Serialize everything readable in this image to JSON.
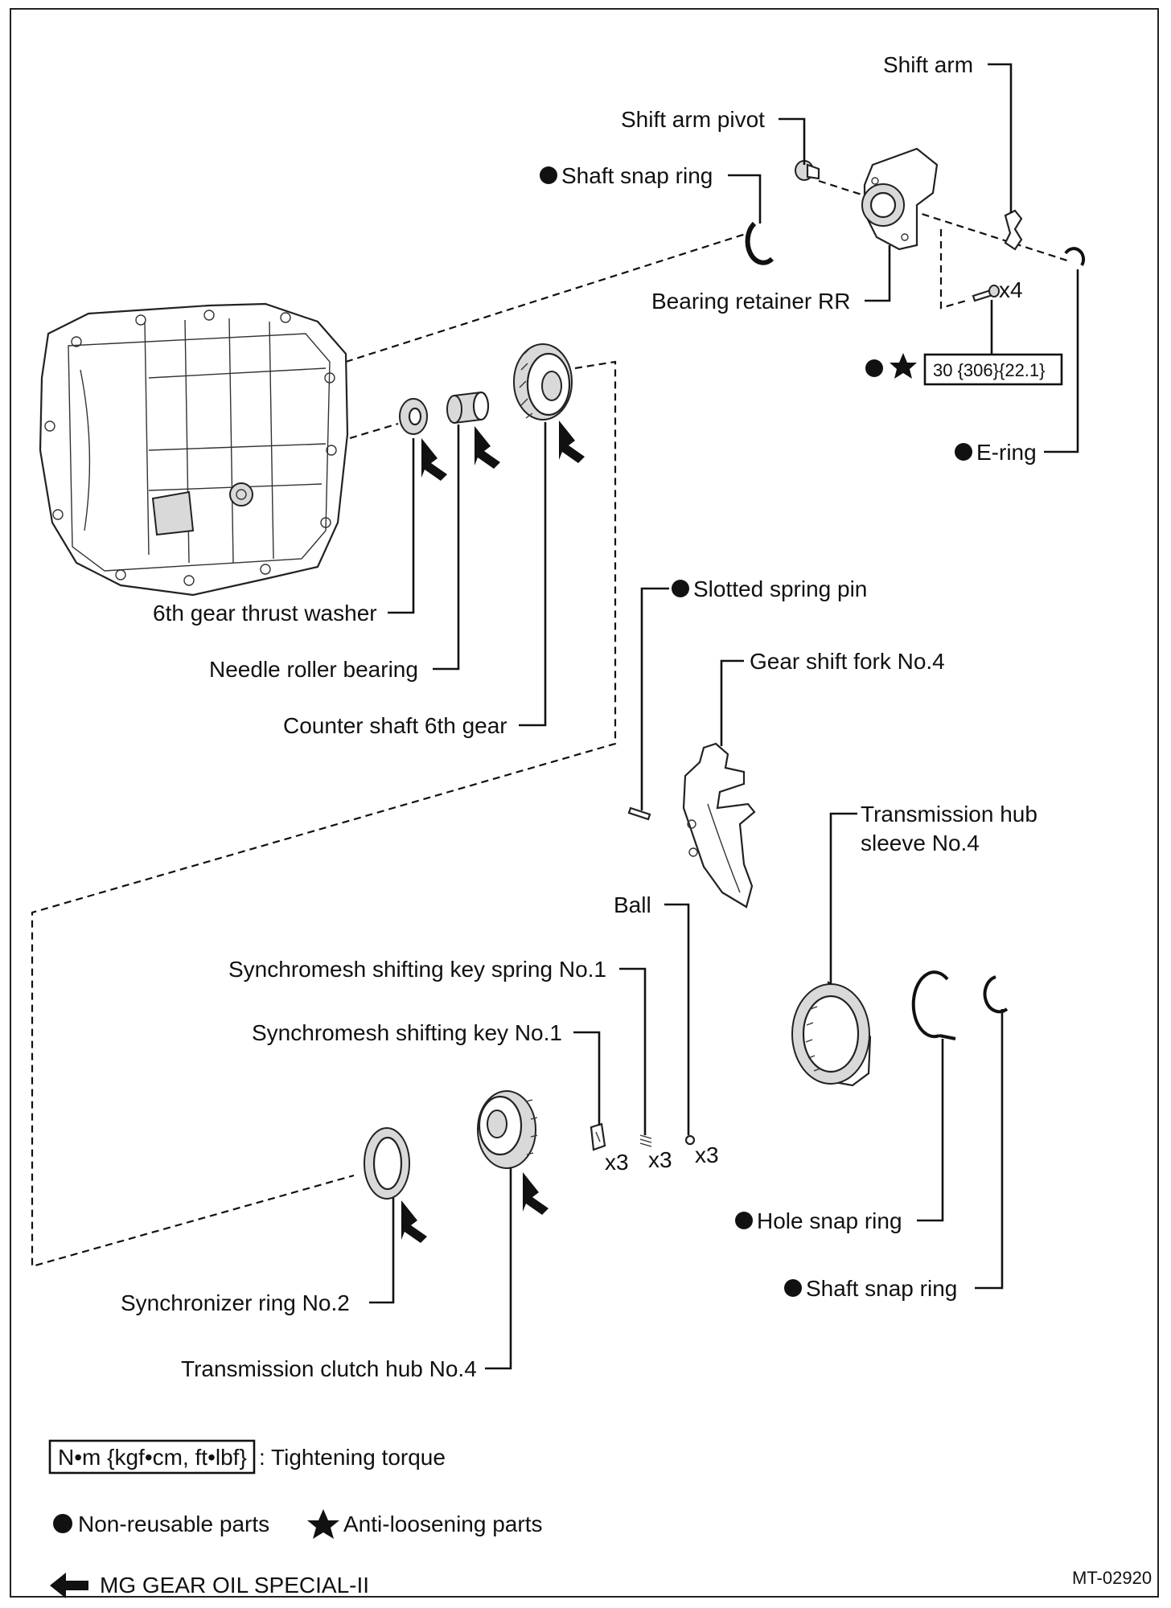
{
  "labels": {
    "shift_arm": "Shift arm",
    "shift_arm_pivot": "Shift arm pivot",
    "shaft_snap_ring_top": "Shaft snap ring",
    "bearing_retainer_rr": "Bearing retainer RR",
    "x4": "x4",
    "torque_spec": "30 {306}{22.1}",
    "e_ring": "E-ring",
    "sixth_gear_thrust_washer": "6th gear thrust washer",
    "needle_roller_bearing": "Needle roller bearing",
    "counter_shaft_6th_gear": "Counter shaft 6th gear",
    "slotted_spring_pin": "Slotted spring pin",
    "gear_shift_fork_no4": "Gear shift fork No.4",
    "hub_sleeve_line1": "Transmission hub",
    "hub_sleeve_line2": "sleeve No.4",
    "ball": "Ball",
    "key_spring": "Synchromesh shifting key spring No.1",
    "shifting_key": "Synchromesh shifting key No.1",
    "x3_key": "x3",
    "x3_spring": "x3",
    "x3_ball": "x3",
    "hole_snap_ring": "Hole snap ring",
    "shaft_snap_ring_bottom": "Shaft snap ring",
    "synchronizer_ring": "Synchronizer ring No.2",
    "clutch_hub": "Transmission clutch hub No.4"
  },
  "legend": {
    "torque_units": "N•m {kgf•cm, ft•lbf}",
    "torque_desc": ": Tightening torque",
    "non_reusable": "Non-reusable parts",
    "anti_loosening": "Anti-loosening parts",
    "gear_oil": "MG GEAR OIL SPECIAL-II"
  },
  "figure_id": "MT-02920"
}
